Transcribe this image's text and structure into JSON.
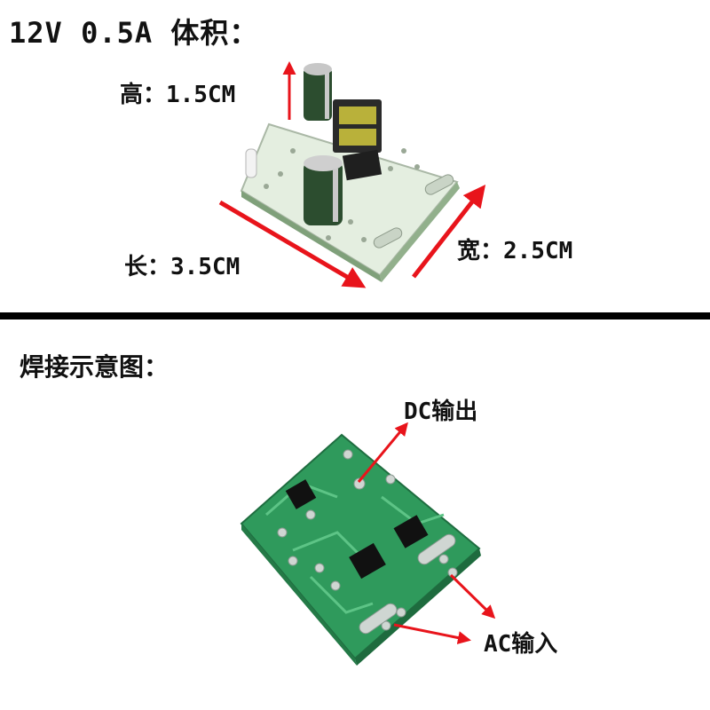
{
  "top": {
    "title": "12V 0.5A 体积：",
    "height_label": "高：1.5CM",
    "length_label": "长：3.5CM",
    "width_label": "宽：2.5CM"
  },
  "bottom": {
    "title": "焊接示意图：",
    "dc_label": "DC输出",
    "ac_label": "AC输入"
  },
  "colors": {
    "arrow": "#e8141b",
    "board_top": "#e4eee0",
    "pcb_green": "#2f9a5c",
    "divider": "#000000"
  }
}
